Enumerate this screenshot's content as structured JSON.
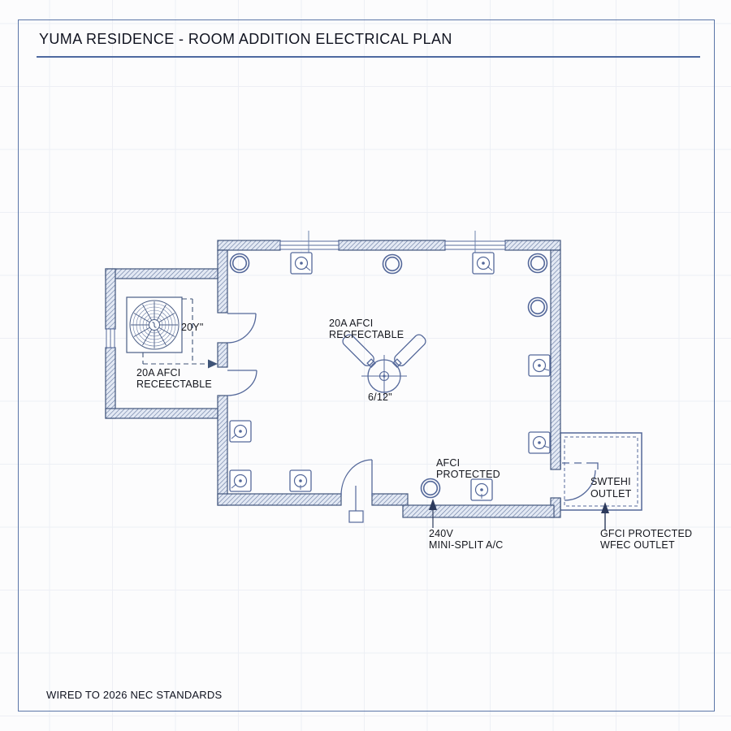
{
  "sheet": {
    "title": "YUMA RESIDENCE - ROOM ADDITION ELECTRICAL PLAN",
    "footer_note": "WIRED TO 2026 NEC STANDARDS"
  },
  "colors": {
    "line": "#54689a",
    "wall_stroke": "#42567c",
    "hatch": "#64779f",
    "text": "#15171e",
    "frame": "#5b76a8"
  },
  "plan_labels": {
    "left_room_receptacle": {
      "line1": "20A AFCI",
      "line2": "RECEECTABLE"
    },
    "fan_clearance": "20Y\"",
    "ceiling_receptacle": {
      "line1": "20A AFCI",
      "line2": "RECFECTABLE"
    },
    "fan_mount_height": "6/12\"",
    "afci_protected": {
      "line1": "AFCI",
      "line2": "PROTECTED"
    },
    "mini_split": {
      "line1": "240V",
      "line2": "MINI-SPLIT A/C"
    },
    "switch_outlet": {
      "line1": "SWTEHI",
      "line2": "OUTLET"
    },
    "gfci_outlet": {
      "line1": "GFCI PROTECTED",
      "line2": "WFEC OUTLET"
    }
  },
  "symbols": {
    "ceiling_fan": "ceiling-fan-symbol",
    "condenser_fan": "fan-coil-unit-symbol",
    "round_outlet": "receptacle-outlet-symbol",
    "box_outlet": "junction-box-outlet-symbol",
    "door": "door-swing-symbol",
    "window": "window-symbol"
  }
}
